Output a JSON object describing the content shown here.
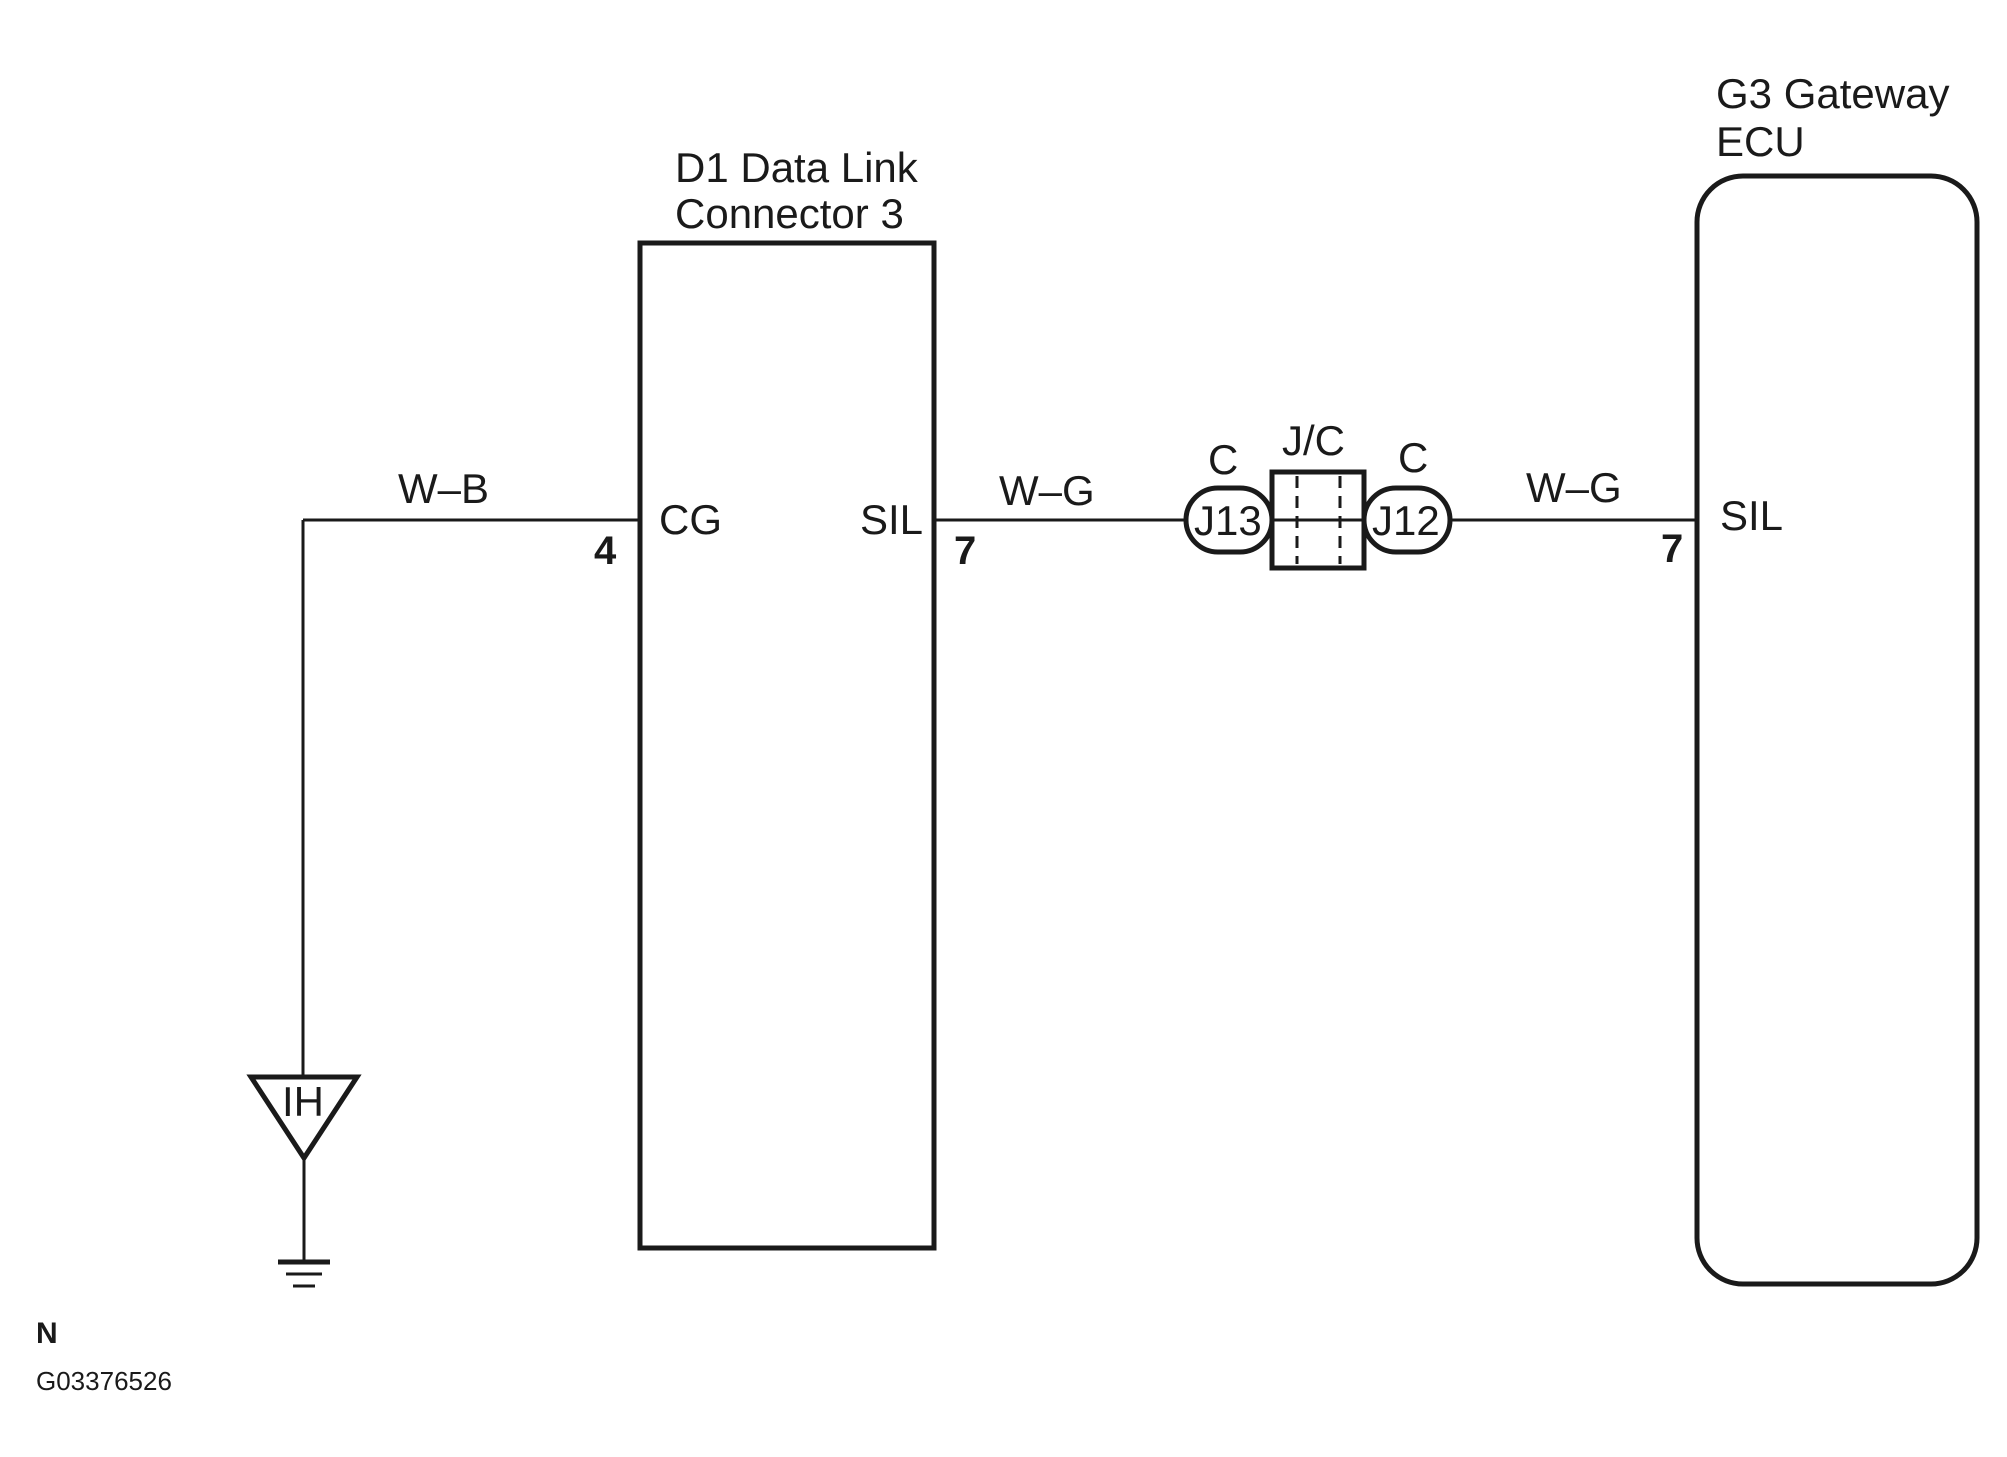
{
  "dlc3": {
    "title_line1": "D1 Data Link",
    "title_line2": "Connector 3",
    "terminal_cg": "CG",
    "terminal_sil": "SIL",
    "pin_cg": "4",
    "pin_sil": "7"
  },
  "gateway_ecu": {
    "title_line1": "G3 Gateway",
    "title_line2": "ECU",
    "terminal_sil": "SIL",
    "pin_sil": "7"
  },
  "wires": {
    "ground_wire": "W–B",
    "dlc_to_jc_wire": "W–G",
    "jc_to_ecu_wire": "W–G"
  },
  "junction": {
    "label": "J/C",
    "left_connector_letter": "C",
    "right_connector_letter": "C",
    "left_connector": "J13",
    "right_connector": "J12"
  },
  "ground_point": {
    "label": "IH"
  },
  "footer": {
    "region_code": "N",
    "figure_id": "G03376526"
  }
}
